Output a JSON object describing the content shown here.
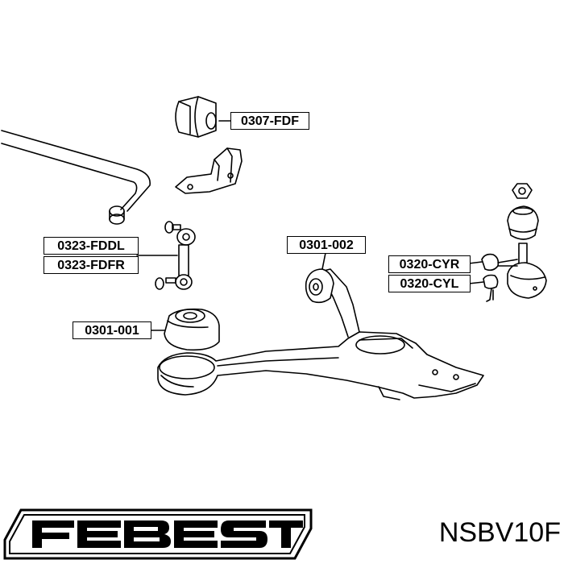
{
  "labels": {
    "stabilizer_bushing": "0307-FDF",
    "link_left": "0323-FDDL",
    "link_right": "0323-FDFR",
    "arm_bushing_front": "0301-002",
    "arm_bushing_rear": "0301-001",
    "ball_joint_right": "0320-CYR",
    "ball_joint_left": "0320-CYL"
  },
  "brand": {
    "name": "FEBEST",
    "color": "#000000"
  },
  "part_number": "NSBV10F"
}
